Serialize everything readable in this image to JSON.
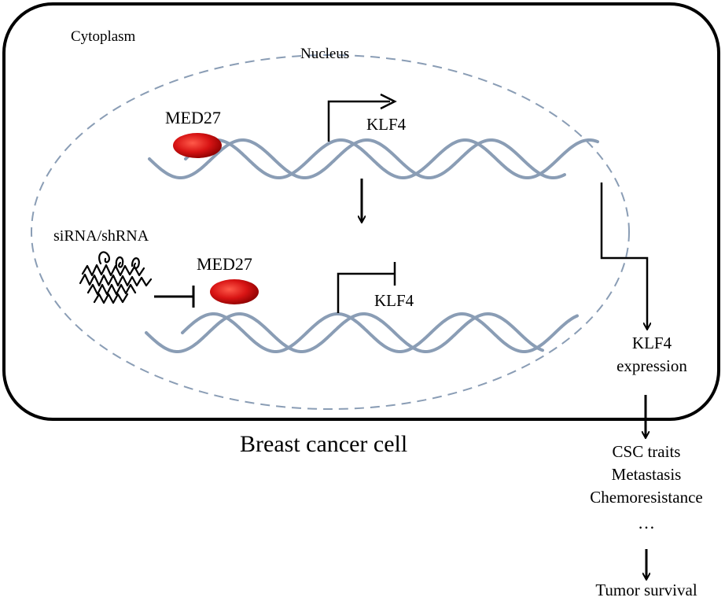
{
  "labels": {
    "cytoplasm": "Cytoplasm",
    "nucleus": "Nucleus",
    "med27_top": "MED27",
    "klf4_top": "KLF4",
    "sirna": "siRNA/shRNA",
    "med27_bottom": "MED27",
    "klf4_bottom": "KLF4",
    "klf4_expression_line1": "KLF4",
    "klf4_expression_line2": "expression",
    "cell_caption": "Breast cancer cell",
    "outcomes": [
      "CSC traits",
      "Metastasis",
      "Chemoresistance",
      "…"
    ],
    "final": "Tumor survival"
  },
  "colors": {
    "dna_strand": "#8a9db5",
    "nucleus_border": "#8a9db5",
    "med27_fill": "#cc1010"
  }
}
